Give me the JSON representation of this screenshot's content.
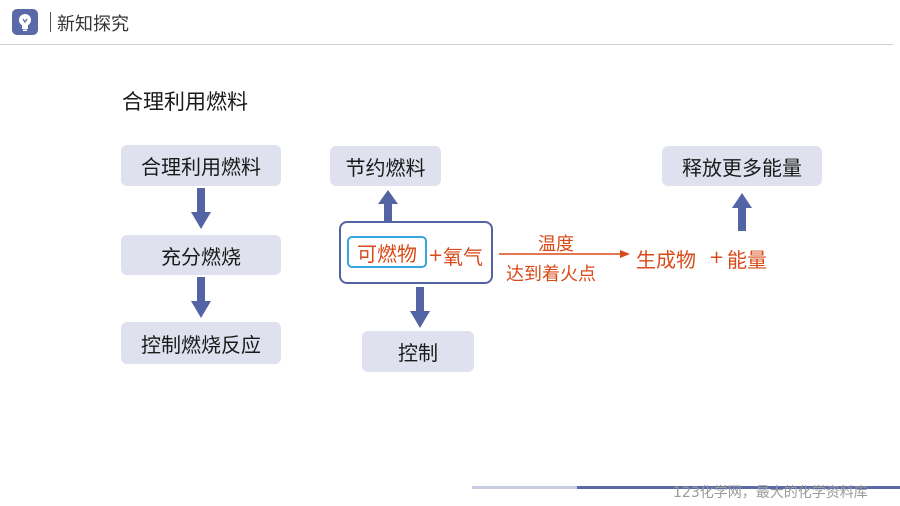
{
  "header": {
    "title": "新知探究",
    "logo_icon": "lightbulb-icon"
  },
  "section_title": "合理利用燃料",
  "chain": {
    "step1": "合理利用燃料",
    "step2": "充分燃烧",
    "step3": "控制燃烧反应"
  },
  "reaction": {
    "top_box": "节约燃料",
    "bottom_box": "控制",
    "fuel": "可燃物",
    "plus1": "+",
    "oxygen": "氧气",
    "condition_top": "温度",
    "condition_bottom": "达到着火点",
    "products": "生成物",
    "plus2": "+",
    "energy": "能量",
    "result_box": "释放更多能量"
  },
  "footer": {
    "watermark": "123化学网，最大的化学资料库"
  },
  "colors": {
    "accent": "#5a6aa8",
    "box_fill": "#dfe2ee",
    "arrow": "#5463a3",
    "highlight": "#d94a19",
    "fuel_border": "#38a6e0"
  }
}
